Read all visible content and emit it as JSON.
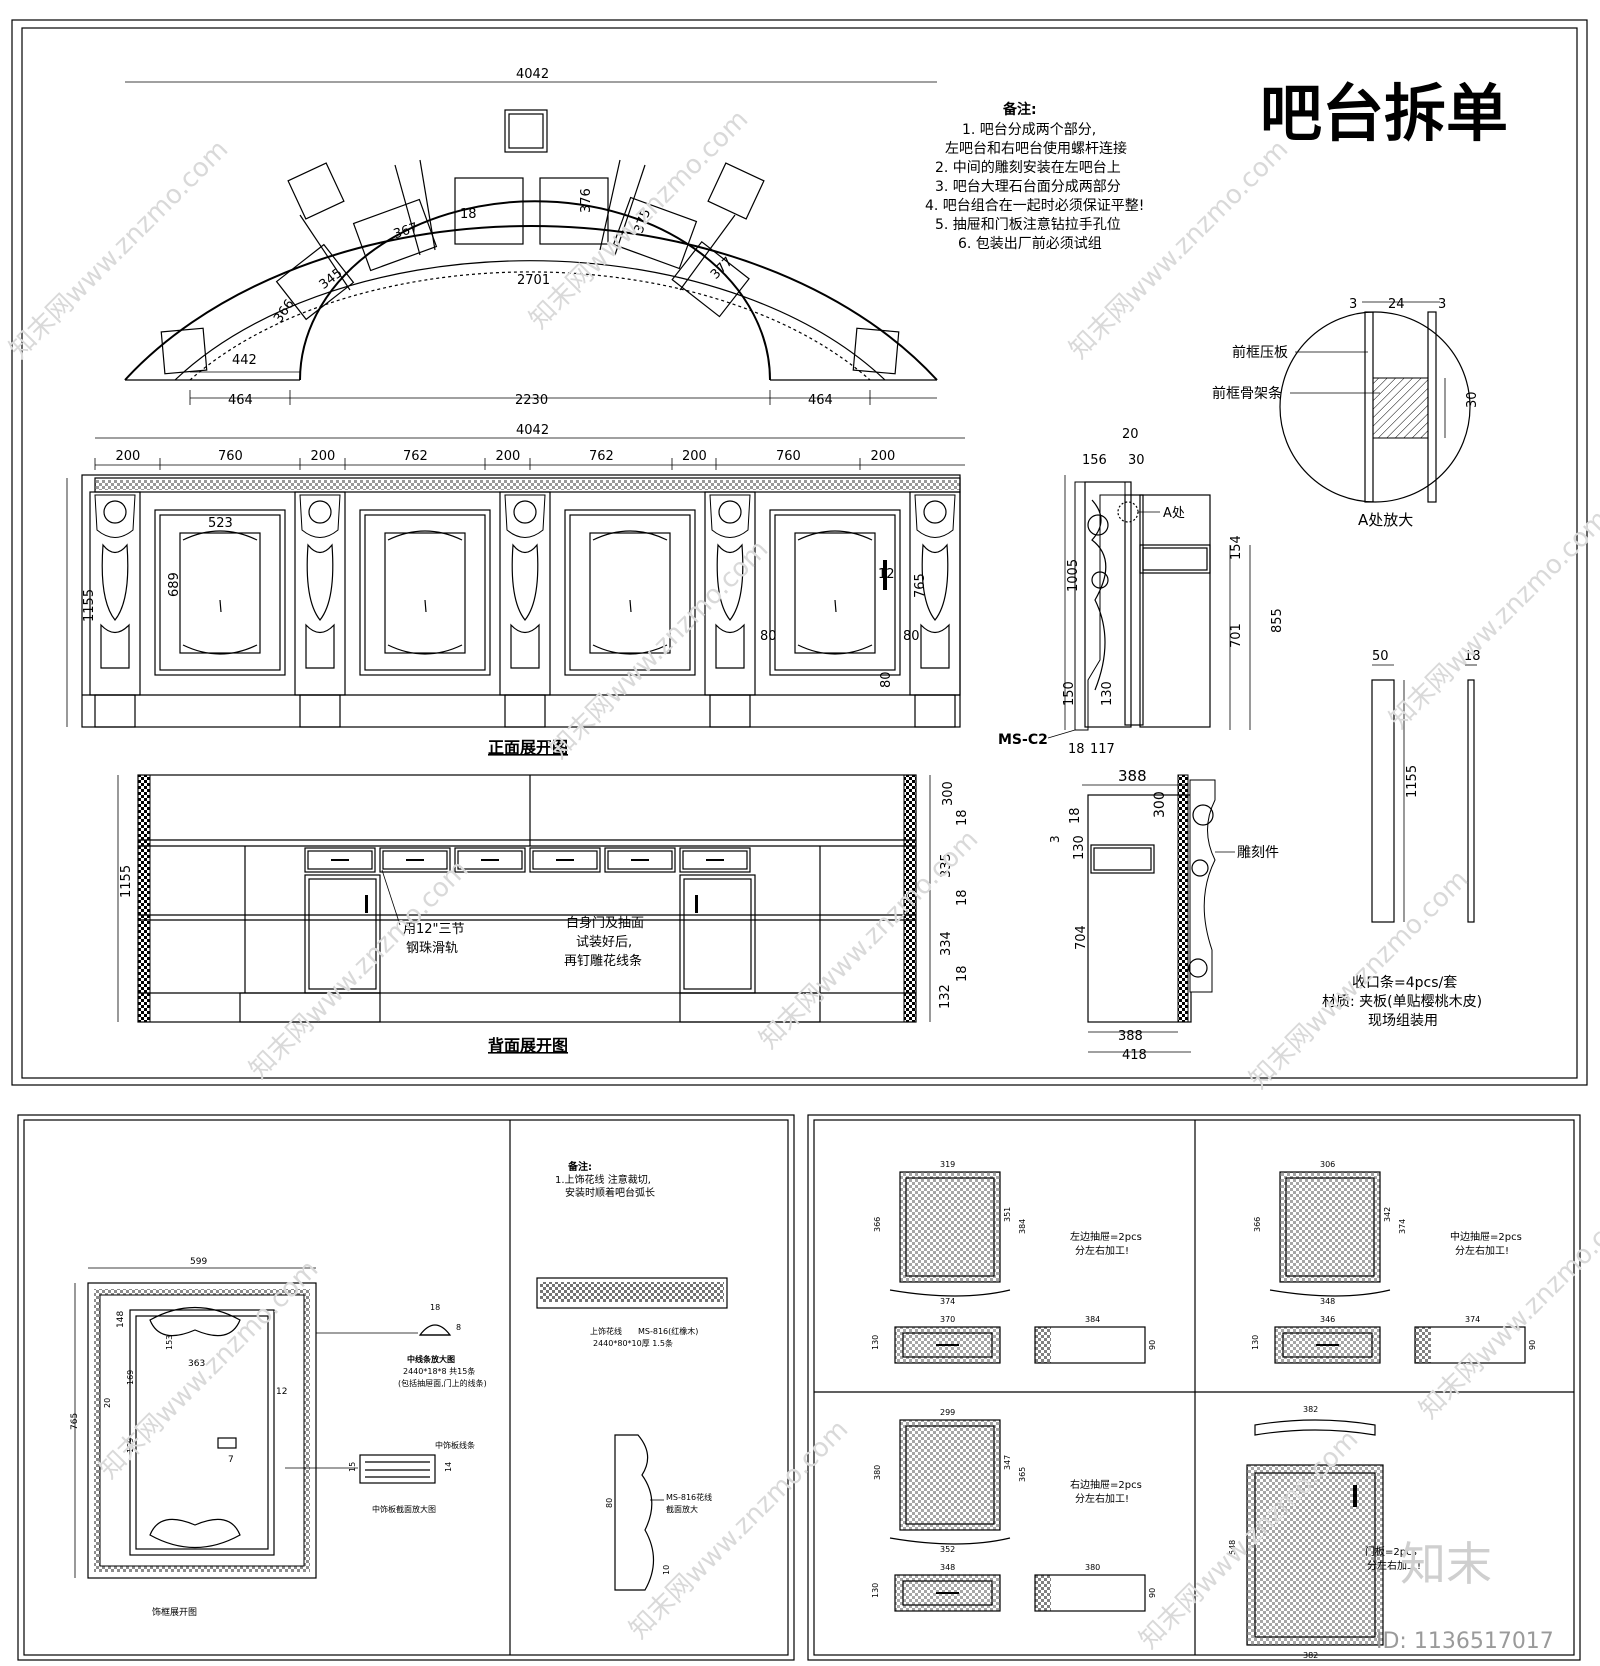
{
  "title": "吧台拆单",
  "notes": {
    "heading": "备注:",
    "lines": [
      "1. 吧台分成两个部分,",
      "左吧台和右吧台使用螺杆连接",
      "2. 中间的雕刻安装在左吧台上",
      "3. 吧台大理石台面分成两部分",
      "4. 吧台组合在一起时必须保证平整!",
      "5. 抽屉和门板注意钻拉手孔位",
      "6. 包装出厂前必须试组"
    ]
  },
  "plan": {
    "top_dim": "4042",
    "inner_dim": "2701",
    "seg_labels": [
      "345",
      "367",
      "18",
      "376",
      "375",
      "377",
      "366",
      "442"
    ],
    "bottom_dims": [
      "464",
      "2230",
      "464"
    ]
  },
  "front": {
    "overall": "4042",
    "segments": [
      "200",
      "760",
      "200",
      "762",
      "200",
      "762",
      "200",
      "760",
      "200"
    ],
    "height": "1155",
    "inner_labels": [
      "523",
      "689",
      "12",
      "765",
      "80",
      "80",
      "80"
    ],
    "caption": "正面展开图"
  },
  "side": {
    "dims": [
      "20",
      "156",
      "30",
      "1005",
      "154",
      "855",
      "701",
      "150",
      "130",
      "18",
      "117"
    ],
    "callout": "A处",
    "code": "MS-C2"
  },
  "detail_a": {
    "dims": [
      "3",
      "24",
      "3",
      "30"
    ],
    "label1": "前框压板",
    "label2": "前框骨架条",
    "caption": "A处放大"
  },
  "back": {
    "height": "1155",
    "right_dims": [
      "300",
      "18",
      "335",
      "18",
      "334",
      "18",
      "132"
    ],
    "note1a": "用12\"三节",
    "note1b": "钢珠滑轨",
    "note2a": "白身门及抽面",
    "note2b": "试装好后,",
    "note2c": "再钉雕花线条",
    "caption": "背面展开图"
  },
  "section": {
    "dims": [
      "388",
      "300",
      "3",
      "18",
      "130",
      "704",
      "388",
      "418"
    ],
    "label": "雕刻件"
  },
  "strips": {
    "w1": "50",
    "w2": "18",
    "h": "1155",
    "note1": "收口条=4pcs/套",
    "note2": "材质: 夹板(单贴樱桃木皮)",
    "note3": "现场组装用"
  },
  "sheet2": {
    "notes_heading": "备注:",
    "notes_line1": "1.上饰花线 注意裁切,",
    "notes_line2": "安装时顺着吧台弧长",
    "frame_caption": "饰框展开图",
    "frame_dims": [
      "599",
      "765",
      "148",
      "363",
      "12",
      "7"
    ],
    "frame_small": [
      "153",
      "169",
      "169",
      "20"
    ],
    "mid_strip": "中线条放大图",
    "mid_strip_spec": "2440*18*8 共15条",
    "mid_strip_note": "(包括抽屉面,门上的线条)",
    "mid_dims": [
      "18",
      "8"
    ],
    "panel_label": "中饰板线条",
    "panel_caption": "中饰板截面放大图",
    "panel_dims": [
      "15",
      "14"
    ],
    "cornice_caption": "上饰花线",
    "cornice_code": "MS-816(红橡木)",
    "cornice_spec": "2440*80*10厚  1.5条",
    "profile_label": "MS-816花线",
    "profile_label2": "截面放大",
    "profile_dims": [
      "80",
      "10"
    ]
  },
  "sheet3": {
    "left_drawer": {
      "dims": [
        "319",
        "366",
        "351",
        "384",
        "374",
        "370",
        "130",
        "384",
        "90"
      ],
      "note1": "左边抽屉=2pcs",
      "note2": "分左右加工!"
    },
    "mid_drawer": {
      "dims": [
        "306",
        "366",
        "342",
        "374",
        "348",
        "346",
        "130",
        "374",
        "90"
      ],
      "note1": "中边抽屉=2pcs",
      "note2": "分左右加工!"
    },
    "right_drawer": {
      "dims": [
        "299",
        "380",
        "347",
        "365",
        "352",
        "348",
        "130",
        "380",
        "90"
      ],
      "note1": "右边抽屉=2pcs",
      "note2": "分左右加工!"
    },
    "door": {
      "dims": [
        "382",
        "548",
        "382"
      ],
      "note1": "门板=2pcs",
      "note2": "分左右加工!"
    }
  },
  "watermark": {
    "text": "知末网www.znzmo.com",
    "brand": "知末",
    "id": "ID: 1136517017"
  }
}
